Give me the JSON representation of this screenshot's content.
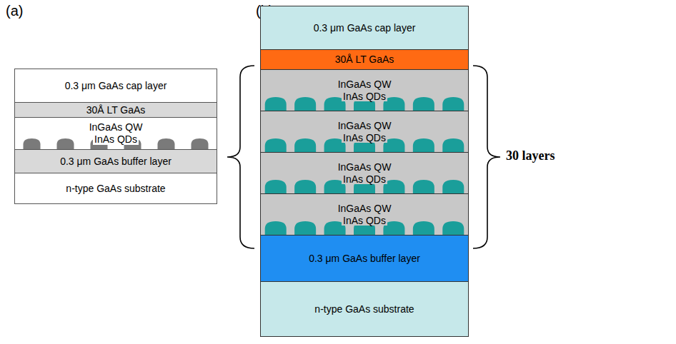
{
  "diagram": {
    "nodes": [
      {
        "text": [
          "0.3 μm GaAs cap layer"
        ]
      },
      {
        "text": [
          "30Å LT GaAs"
        ]
      },
      {
        "text": [
          "InGaAs QW",
          "InAs QDs"
        ]
      },
      {
        "text": [
          "0.3 μm GaAs buffer layer"
        ]
      },
      {
        "text": [
          "n-type GaAs substrate"
        ]
      },
      {
        "text": [
          "0.3 μm GaAs cap layer"
        ]
      },
      {
        "text": [
          "30Å LT GaAs"
        ]
      },
      {
        "text": [
          "InGaAs QW",
          "InAs QDs"
        ]
      },
      {
        "text": [
          "InGaAs QW",
          "InAs QDs"
        ]
      },
      {
        "text": [
          "InGaAs QW",
          "InAs QDs"
        ]
      },
      {
        "text": [
          "InGaAs QW",
          "InAs QDs"
        ]
      },
      {
        "text": [
          "0.3 μm GaAs buffer layer"
        ]
      },
      {
        "text": [
          "n-type GaAs substrate"
        ]
      }
    ],
    "labels": [
      "(a)",
      "(b)",
      "30 layers"
    ]
  }
}
